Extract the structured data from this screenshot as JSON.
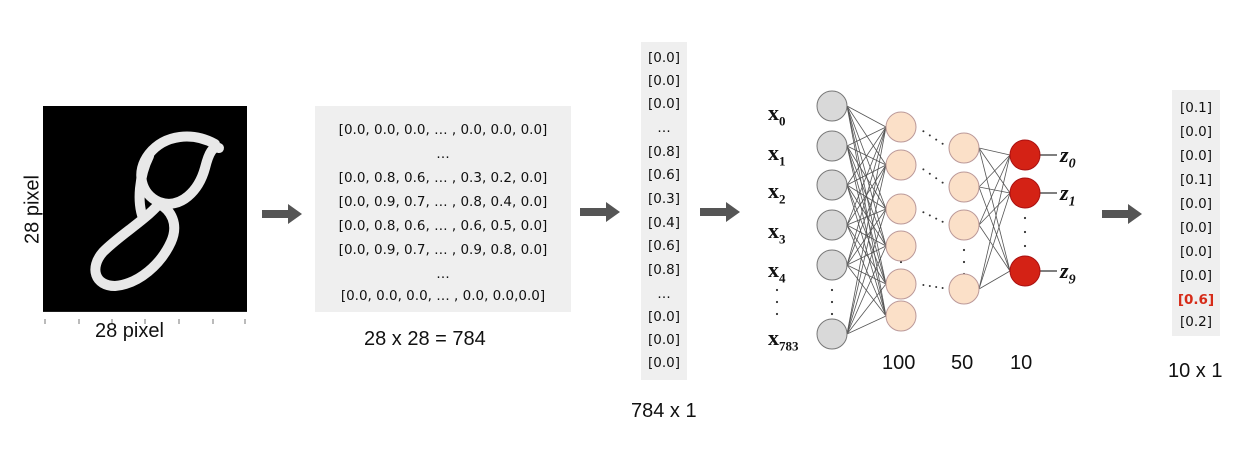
{
  "image_panel": {
    "height_label": "28 pixel",
    "width_label": "28 pixel"
  },
  "matrix_panel": {
    "rows": [
      "[0.0, 0.0, 0.0, … , 0.0, 0.0, 0.0]",
      "…",
      "[0.0, 0.8, 0.6, … , 0.3, 0.2, 0.0]",
      "[0.0, 0.9, 0.7, … , 0.8, 0.4, 0.0]",
      "[0.0, 0.8, 0.6, … , 0.6, 0.5, 0.0]",
      "[0.0, 0.9, 0.7, … , 0.9, 0.8, 0.0]",
      "…",
      "[0.0, 0.0, 0.0, … , 0.0, 0.0,0.0]"
    ],
    "caption": "28 x 28 = 784"
  },
  "vector_panel": {
    "rows": [
      "[0.0]",
      "[0.0]",
      "[0.0]",
      "…",
      "[0.8]",
      "[0.6]",
      "[0.3]",
      "[0.4]",
      "[0.6]",
      "[0.8]",
      "…",
      "[0.0]",
      "[0.0]",
      "[0.0]"
    ],
    "caption": "784 x 1"
  },
  "network": {
    "inputs": [
      {
        "base": "x",
        "sub": "0"
      },
      {
        "base": "x",
        "sub": "1"
      },
      {
        "base": "x",
        "sub": "2"
      },
      {
        "base": "x",
        "sub": "3"
      },
      {
        "base": "x",
        "sub": "4"
      },
      {
        "base": "x",
        "sub": "783"
      }
    ],
    "outputs": [
      {
        "base": "z",
        "sub": "0"
      },
      {
        "base": "z",
        "sub": "1"
      },
      {
        "base": "z",
        "sub": "9"
      }
    ],
    "layer_sizes": [
      "100",
      "50",
      "10"
    ],
    "colors": {
      "input_node": "#d9d9d9",
      "hidden_node": "#fbe0c8",
      "output_node": "#d42215",
      "edge": "#555555"
    }
  },
  "output_panel": {
    "rows": [
      "[0.1]",
      "[0.0]",
      "[0.0]",
      "[0.1]",
      "[0.0]",
      "[0.0]",
      "[0.0]",
      "[0.0]",
      "[0.6]",
      "[0.2]"
    ],
    "highlight_index": 8,
    "highlight_color": "#d62b18",
    "caption": "10 x 1"
  },
  "arrows": {
    "color": "#555555"
  }
}
